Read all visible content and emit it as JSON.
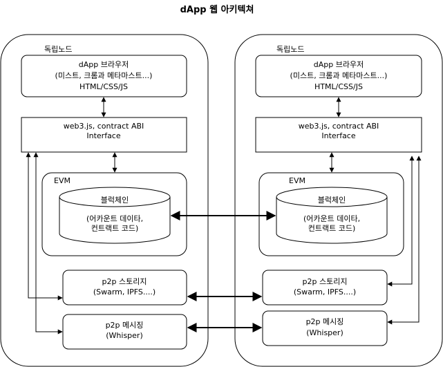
{
  "title": "dApp  웹 아키텍쳐",
  "nodes": [
    {
      "label": "독립노드",
      "browser": [
        "dApp 브라우저",
        "(미스트, 크롬과 메타마스트...)",
        "HTML/CSS/JS"
      ],
      "web3": [
        "web3.js,  contract ABI",
        "Interface"
      ],
      "evm": "EVM",
      "blockchain": [
        "블럭체인",
        "(어카운트 데이타,",
        "컨트랙트 코드)"
      ],
      "storage": [
        "p2p 스토리지",
        "(Swarm, IPFS....)"
      ],
      "messaging": [
        "p2p 메시징",
        "(Whisper)"
      ]
    },
    {
      "label": "독립노드",
      "browser": [
        "dApp 브라우저",
        "(미스트, 크롬과 메타마스트...)",
        "HTML/CSS/JS"
      ],
      "web3": [
        "web3.js,  contract ABI",
        "Interface"
      ],
      "evm": "EVM",
      "blockchain": [
        "블럭체인",
        "(어카운트 데이타,",
        "컨트랙트 코드)"
      ],
      "storage": [
        "p2p 스토리지",
        "(Swarm, IPFS....)"
      ],
      "messaging": [
        "p2p 메시징",
        "(Whisper)"
      ]
    }
  ]
}
